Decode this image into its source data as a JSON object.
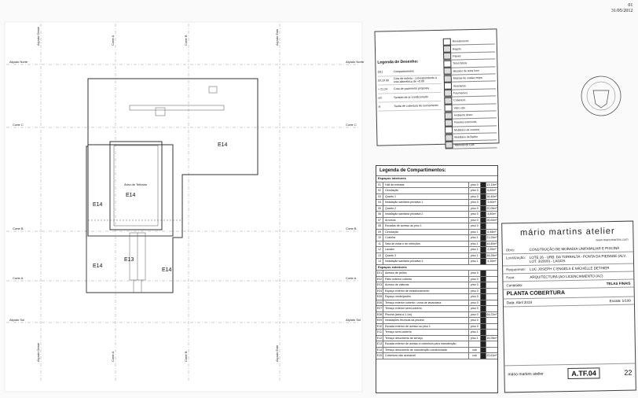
{
  "corner": {
    "sheet_no": "01",
    "date": "31/05/2012"
  },
  "grid": {
    "vertical": [
      "Alçado Oeste",
      "Corte A",
      "Corte B",
      "Alçado Este"
    ],
    "horizontal": [
      "Alçado Norte",
      "Corte C",
      "Corte B",
      "Corte A",
      "Alçado Sul"
    ]
  },
  "plan": {
    "rooms": [
      "E14",
      "E14",
      "E14",
      "E13",
      "E14",
      "E14"
    ],
    "inner_label": "Área de Telhado"
  },
  "legend_draw": {
    "title": "Legenda de Desenho:",
    "left_items": [
      {
        "code": "(01)",
        "text": "Compartimentos"
      },
      {
        "code": "20.18 00",
        "text": "Cota de soleira - correspondente à cota altimétrica de +0.00"
      },
      {
        "code": "+ 21.24",
        "text": "Cota de pavimento proposta"
      },
      {
        "code": "sm",
        "text": "Sentido de ar condicionado"
      },
      {
        "code": "ai",
        "text": "Saída de cobertura de escoamento"
      }
    ],
    "right_items": [
      "Revestimento",
      "Regido",
      "Painés",
      "Tetos falsos",
      "Mosaico de tetos forro",
      "Massas de massa negra",
      "Alvenarias",
      "Pavimentos",
      "Cobertura",
      "Vidro vão",
      "Ambiente direto",
      "Paredes exteriores",
      "Mobiliário de cozinha",
      "Mobiliário de Banho",
      "Mamuas do Luis"
    ]
  },
  "legend_rooms": {
    "title": "Legenda de Compartimentos:",
    "interior_header": "Espaços interiores",
    "interior": [
      {
        "n": "01",
        "name": "Hall de entrada",
        "floor": "piso 0",
        "area": "13,10m²"
      },
      {
        "n": "02",
        "name": "Circulação",
        "floor": "piso 0",
        "area": "6,82m²"
      },
      {
        "n": "03",
        "name": "Quarto 1",
        "floor": "piso 0",
        "area": "16,40m²"
      },
      {
        "n": "04",
        "name": "Instalação sanitária privativa 1",
        "floor": "piso 0",
        "area": "3,60m²"
      },
      {
        "n": "05",
        "name": "Quarto 2",
        "floor": "piso 0",
        "area": "20,05m²"
      },
      {
        "n": "06",
        "name": "Instalação sanitária privativa 2",
        "floor": "piso 0",
        "area": "4,80m²"
      },
      {
        "n": "07",
        "name": "Arrumos",
        "floor": "piso 0",
        "area": "26,60m²"
      },
      {
        "n": "08",
        "name": "Escadas de acesso ao piso 1",
        "floor": "piso 0",
        "area": ""
      },
      {
        "n": "09",
        "name": "Circulação",
        "floor": "piso 1",
        "area": "6,48m²"
      },
      {
        "n": "10",
        "name": "Cozinha",
        "floor": "piso 1",
        "area": "21,29m²"
      },
      {
        "n": "11",
        "name": "Sala de estar e de refeições",
        "floor": "piso 1",
        "area": "44,80m²"
      },
      {
        "n": "12",
        "name": "Lavabo",
        "floor": "piso 1",
        "area": "2,25m²"
      },
      {
        "n": "13",
        "name": "Quarto 3",
        "floor": "piso 1",
        "area": "18,25m²"
      },
      {
        "n": "14",
        "name": "Instalação sanitária privativa 3",
        "floor": "piso 1",
        "area": "4,30m²"
      }
    ],
    "exterior_header": "Espaços exteriores",
    "exterior": [
      {
        "n": "E01",
        "name": "Acesso de peões",
        "floor": "piso 0",
        "area": ""
      },
      {
        "n": "E02",
        "name": "Pátio exterior coberto",
        "floor": "piso 0",
        "area": ""
      },
      {
        "n": "E03",
        "name": "Acesso de viaturas",
        "floor": "piso 0",
        "area": ""
      },
      {
        "n": "E04",
        "name": "Espaço exterior de estacionamento",
        "floor": "piso 0",
        "area": ""
      },
      {
        "n": "E05",
        "name": "Espaço verde/jardim",
        "floor": "piso 0",
        "area": ""
      },
      {
        "n": "E06",
        "name": "Terraço exterior coberto / zona de lavandaria",
        "floor": "piso 0",
        "area": ""
      },
      {
        "n": "E07",
        "name": "Terraço exterior semi-coberto",
        "floor": "piso 0",
        "area": ""
      },
      {
        "n": "E08",
        "name": "Piscina (área a 1.1m)",
        "floor": "piso 0",
        "area": "64,22m²"
      },
      {
        "n": "E09",
        "name": "Instalações técnicas da piscina",
        "floor": "piso 0",
        "area": ""
      },
      {
        "n": "E10",
        "name": "Escada exterior de acesso ao piso 1",
        "floor": "piso 0",
        "area": ""
      },
      {
        "n": "E11",
        "name": "Terraço semi-coberto",
        "floor": "piso 1",
        "area": ""
      },
      {
        "n": "E12",
        "name": "Terraço descoberto de serviço",
        "floor": "piso 1",
        "area": "16,05m²"
      },
      {
        "n": "E13",
        "name": "Escada exterior de acesso à cobertura para manutenção",
        "floor": "",
        "area": ""
      },
      {
        "n": "E14",
        "name": "Terraço descoberto de manutenção condicionada",
        "floor": "cob",
        "area": ""
      },
      {
        "n": "E15",
        "name": "Cobertura não acessível",
        "floor": "cob",
        "area": "22,61m²"
      }
    ]
  },
  "title_block": {
    "brand": "mário martins atelier",
    "website": "www.mariomartins.com",
    "obra_key": "Obra:",
    "obra": "CONSTRUÇÃO DE MORADIA UNIFAMILIAR E PISCINA",
    "local_key": "Localização:",
    "local": "LOTE 26 - URB. DA TORRALTA - PONTA DA PIEDADE (ALV. LOT. 3/2000) - LAGOS",
    "req_key": "Requerente:",
    "req": "LUC JOSEPH C ENGELS E MICHELLE DETHIER",
    "fase_key": "Fase:",
    "fase": "ARQUITECTURA (AO LICENCIAMENTO (AC)",
    "content_key": "Conteúdo:",
    "content_right": "TELAS FINAIS",
    "drawing_title": "PLANTA COBERTURA",
    "date": "Data: Abril 2019",
    "scale": "Escala: 1/100",
    "sheet_code": "A.TF.04",
    "page_num": "22"
  }
}
